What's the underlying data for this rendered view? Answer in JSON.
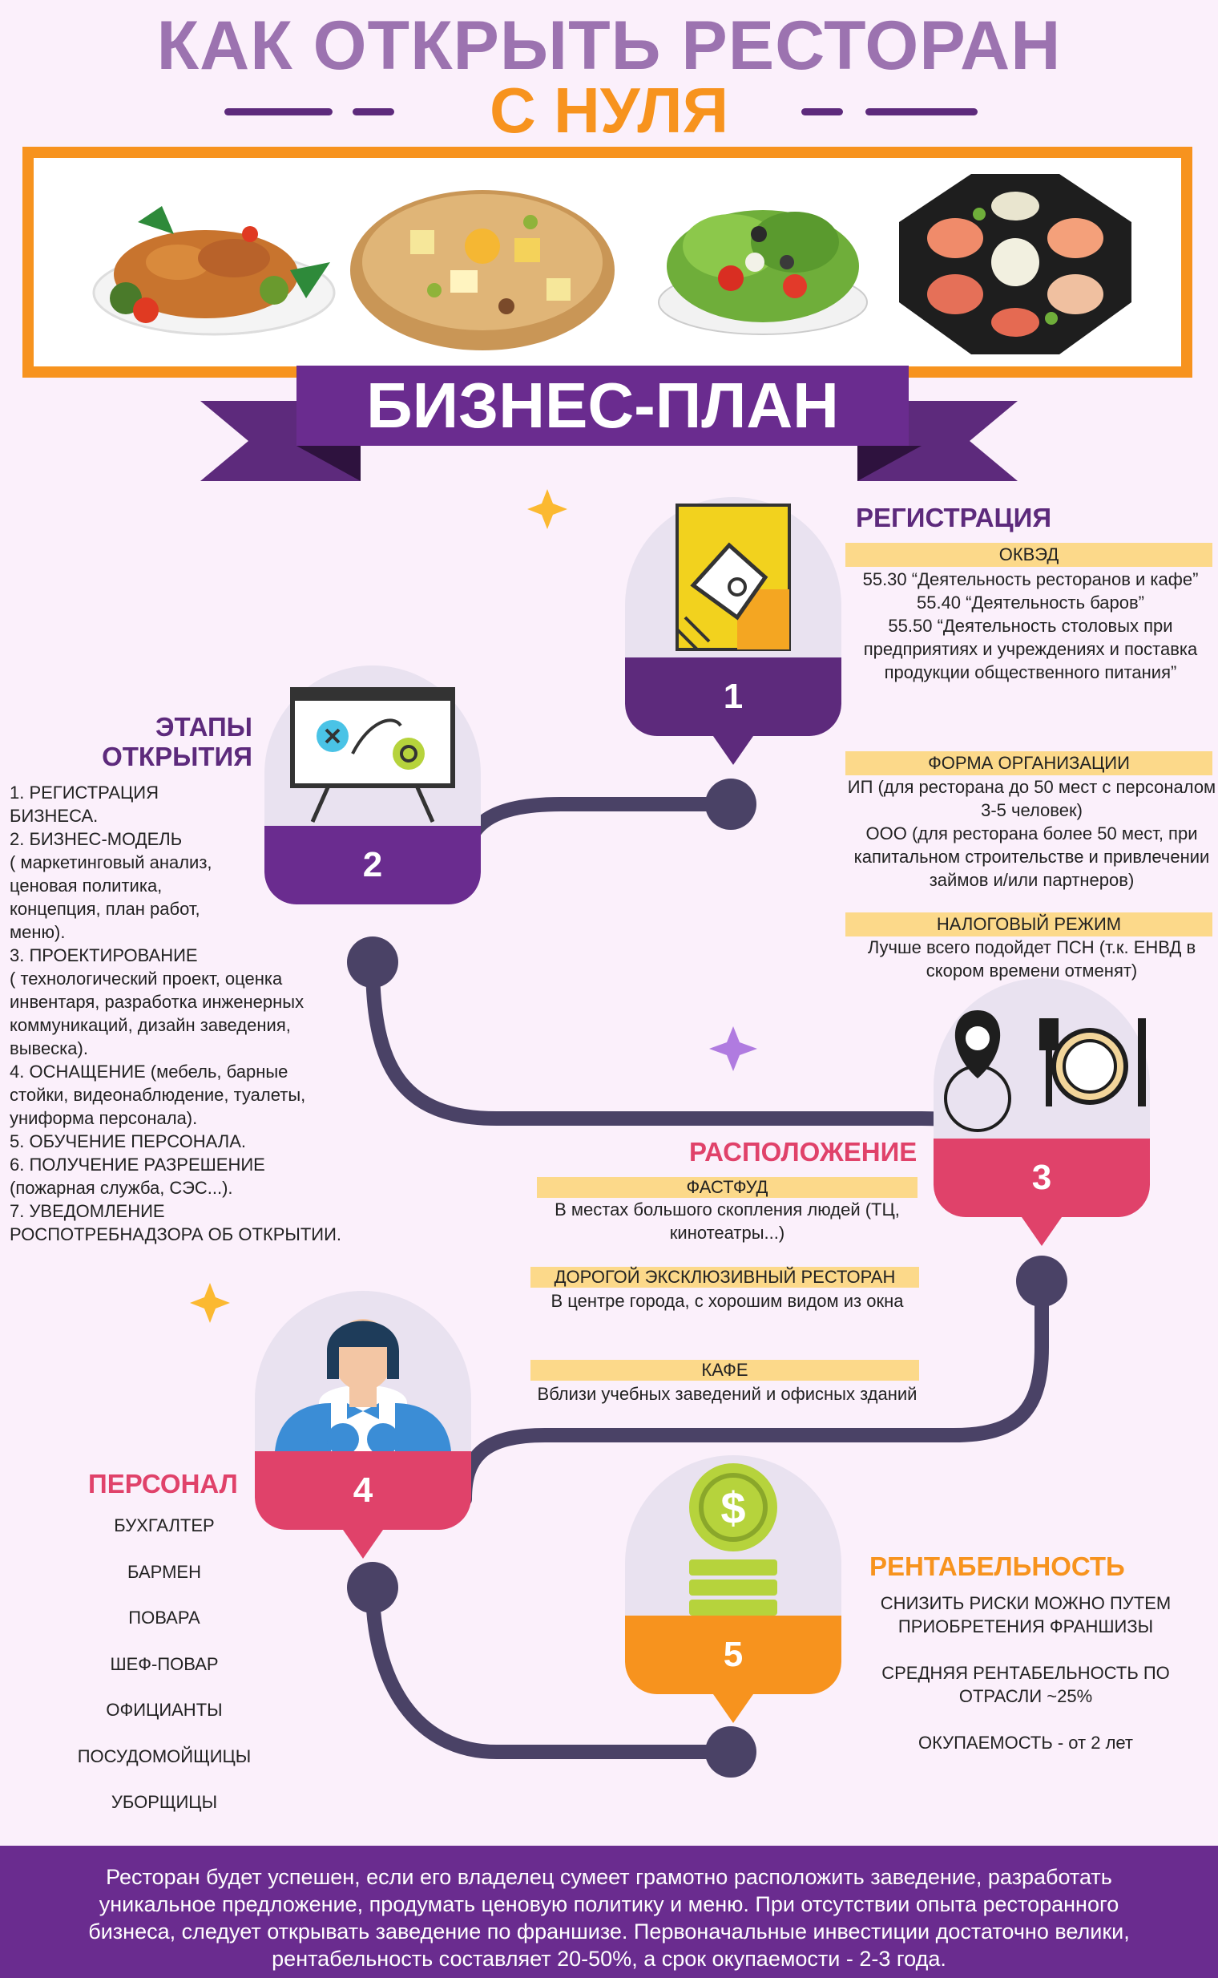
{
  "title": {
    "line1": "КАК ОТКРЫТЬ РЕСТОРАН",
    "line2": "С НУЛЯ"
  },
  "banner": "БИЗНЕС-ПЛАН",
  "steps": {
    "s1": "1",
    "s2": "2",
    "s3": "3",
    "s4": "4",
    "s5": "5"
  },
  "registration": {
    "heading": "РЕГИСТРАЦИЯ",
    "okved_label": "ОКВЭД",
    "okved_text": "55.30 “Деятельность ресторанов и кафе”\n55.40 “Деятельность баров”\n55.50 “Деятельность столовых при предприятиях и учреждениях и поставка продукции общественного питания”",
    "form_label": "ФОРМА ОРГАНИЗАЦИИ",
    "form_text": "ИП (для ресторана до 50 мест с персоналом 3-5 человек)\nООО (для ресторана более 50 мест, при капитальном строительстве и привлечении займов и/или партнеров)",
    "tax_label": "НАЛОГОВЫЙ РЕЖИМ",
    "tax_text": "Лучше всего подойдет ПСН (т.к. ЕНВД в скором времени отменят)"
  },
  "stages": {
    "heading_line1": "ЭТАПЫ",
    "heading_line2": "ОТКРЫТИЯ",
    "text": "1. РЕГИСТРАЦИЯ\nБИЗНЕСА.\n2. БИЗНЕС-МОДЕЛЬ\n( маркетинговый анализ,\nценовая политика,\nконцепция, план работ,\nменю).\n3. ПРОЕКТИРОВАНИЕ\n( технологический проект, оценка\nинвентаря, разработка инженерных\nкоммуникаций, дизайн заведения,\nвывеска).\n4. ОСНАЩЕНИЕ (мебель, барные\nстойки, видеонаблюдение, туалеты,\nуниформа персонала).\n5. ОБУЧЕНИЕ ПЕРСОНАЛА.\n6. ПОЛУЧЕНИЕ РАЗРЕШЕНИЕ\n(пожарная служба, СЭС...).\n7. УВЕДОМЛЕНИЕ\nРОСПОТРЕБНАДЗОРА ОБ ОТКРЫТИИ."
  },
  "location": {
    "heading": "РАСПОЛОЖЕНИЕ",
    "fast_label": "ФАСТФУД",
    "fast_text": "В местах большого скопления людей (ТЦ, кинотеатры...)",
    "exclusive_label": "ДОРОГОЙ ЭКСКЛЮЗИВНЫЙ РЕСТОРАН",
    "exclusive_text": "В центре города, с хорошим видом из окна",
    "cafe_label": "КАФЕ",
    "cafe_text": "Вблизи учебных заведений и офисных зданий"
  },
  "staff": {
    "heading": "ПЕРСОНАЛ",
    "items": [
      "БУХГАЛТЕР",
      "БАРМЕН",
      "ПОВАРА",
      "ШЕФ-ПОВАР",
      "ОФИЦИАНТЫ",
      "ПОСУДОМОЙЩИЦЫ",
      "УБОРЩИЦЫ"
    ]
  },
  "profit": {
    "heading": "РЕНТАБЕЛЬНОСТЬ",
    "p1": "СНИЗИТЬ РИСКИ МОЖНО ПУТЕМ ПРИОБРЕТЕНИЯ ФРАНШИЗЫ",
    "p2": "СРЕДНЯЯ РЕНТАБЕЛЬНОСТЬ ПО ОТРАСЛИ ~25%",
    "p3": "ОКУПАЕМОСТЬ - от 2 лет"
  },
  "footer": "Ресторан будет успешен, если его владелец сумеет грамотно расположить заведение, разработать уникальное предложение, продумать ценовую политику и меню. При отсутствии опыта ресторанного бизнеса, следует открывать заведение по франшизе. Первоначальные инвестиции достаточно велики, рентабельность составляет 20-50%, а срок окупаемости - 2-3 года.",
  "colors": {
    "purple": "#6a2c8f",
    "orange": "#f7931e",
    "pink": "#e0426a",
    "lilac": "#9c73b0",
    "path": "#4a4266",
    "band": "#fcd98a"
  }
}
